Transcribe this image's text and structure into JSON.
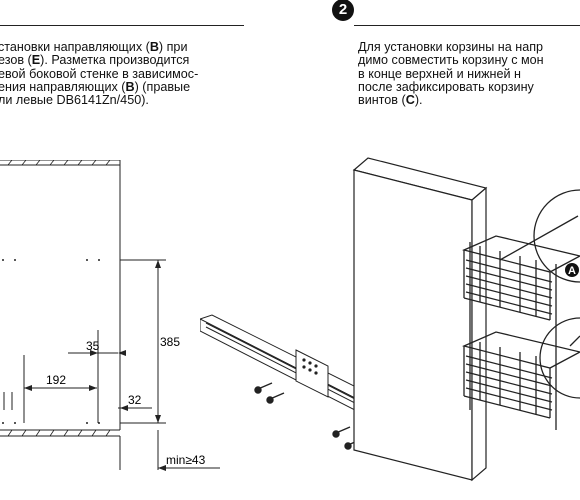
{
  "left": {
    "instructions_parts": [
      {
        "t": "становки направляющих ("
      },
      {
        "t": "B",
        "b": true
      },
      {
        "t": ") при\nезов ("
      },
      {
        "t": "E",
        "b": true
      },
      {
        "t": "). Разметка производится\nевой боковой стенке в зависимос-\nения направляющих ("
      },
      {
        "t": "B",
        "b": true
      },
      {
        "t": ") (правые\nли левые DB6141Zn/450)."
      }
    ],
    "dimensions": {
      "d35": "35",
      "d192": "192",
      "d32": "32",
      "d385": "385",
      "dmin": "min≥43"
    }
  },
  "right": {
    "step_number": "2",
    "instructions_parts": [
      {
        "t": "Для установки корзины на напр\nдимо совместить корзину с мон\nв конце верхней и нижней н\nпосле зафиксировать корзину\nвинтов ("
      },
      {
        "t": "C",
        "b": true
      },
      {
        "t": ")."
      }
    ],
    "callout_label": "A"
  }
}
